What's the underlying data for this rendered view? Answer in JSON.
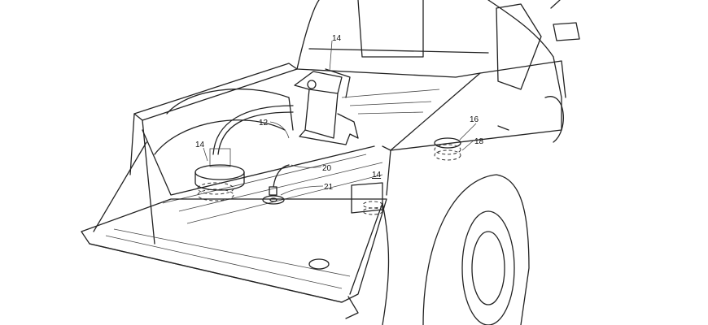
{
  "figure": {
    "labels": {
      "generator": "14",
      "hose": "12",
      "left_container": "14",
      "nozzle": "20",
      "base": "21",
      "side_container": "14",
      "side_panel": "16",
      "side_panel_inner": "18"
    }
  }
}
